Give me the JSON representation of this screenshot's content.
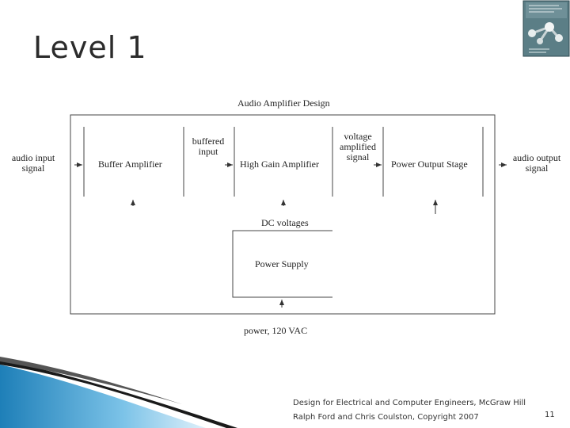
{
  "slide": {
    "title": "Level 1",
    "page_number": "11",
    "credit_line1": "Design for Electrical and Computer Engineers, McGraw Hill",
    "credit_line2": "Ralph Ford and Chris Coulston, Copyright 2007"
  },
  "diagram": {
    "title": "Audio Amplifier Design",
    "input_label_1": "audio input",
    "input_label_2": "signal",
    "buffer_amp": "Buffer Amplifier",
    "buffered_label_1": "buffered",
    "buffered_label_2": "input",
    "high_gain_amp": "High Gain Amplifier",
    "voltage_label_1": "voltage",
    "voltage_label_2": "amplified",
    "voltage_label_3": "signal",
    "power_output_stage": "Power Output Stage",
    "output_label_1": "audio output",
    "output_label_2": "signal",
    "dc_voltages": "DC voltages",
    "power_supply": "Power Supply",
    "power_input": "power, 120 VAC"
  },
  "colors": {
    "swoosh_blue": "#2a8fc8",
    "swoosh_dark": "#1a1a1a",
    "line": "#333333"
  }
}
